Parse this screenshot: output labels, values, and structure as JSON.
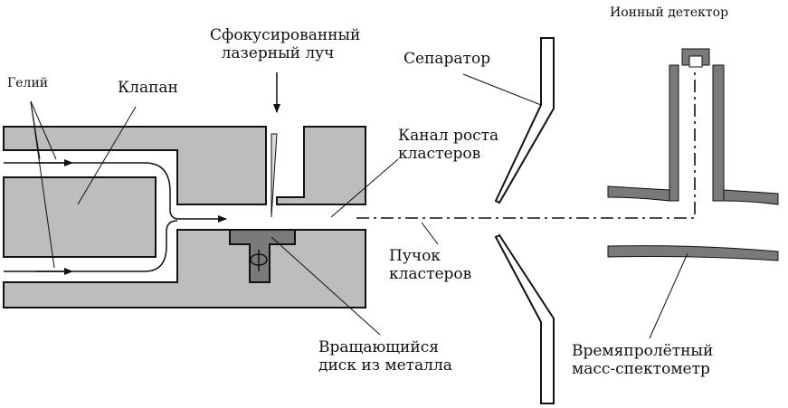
{
  "labels": {
    "helium": "Гелий",
    "valve": "Клапан",
    "laser_line1": "Сфокусированный",
    "laser_line2": "лазерный луч",
    "separator": "Сепаратор",
    "channel_line1": "Канал роста",
    "channel_line2": "кластеров",
    "beam_line1": "Пучок",
    "beam_line2": "кластеров",
    "disk_line1": "Вращающийся",
    "disk_line2": "диск из металла",
    "detector": "Ионный детектор",
    "tof_line1": "Времяпролётный",
    "tof_line2": "масс-спектометр"
  },
  "colors": {
    "body_fill": "#bdbdbd",
    "dark_fill": "#7a7a7a",
    "stroke": "#111111",
    "background": "#ffffff"
  }
}
